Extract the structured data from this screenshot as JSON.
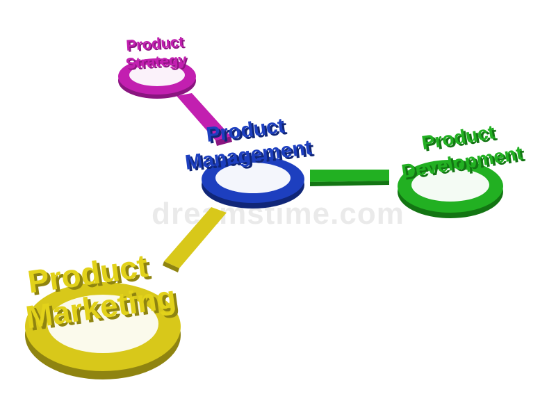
{
  "nodes": [
    {
      "id": "strategy",
      "line1": "Product",
      "line2": "Strategy",
      "color": "#c21fb0",
      "shadow": "#8a1580"
    },
    {
      "id": "management",
      "line1": "Product",
      "line2": "Management",
      "color": "#1d3fbf",
      "shadow": "#102678"
    },
    {
      "id": "development",
      "line1": "Product",
      "line2": "Development",
      "color": "#22b022",
      "shadow": "#137513"
    },
    {
      "id": "marketing",
      "line1": "Product",
      "line2": "Marketing",
      "color": "#e2d21a",
      "shadow": "#8f8410"
    }
  ],
  "watermark": {
    "text": "dreamstime.com",
    "color": "#e6e6e6"
  }
}
